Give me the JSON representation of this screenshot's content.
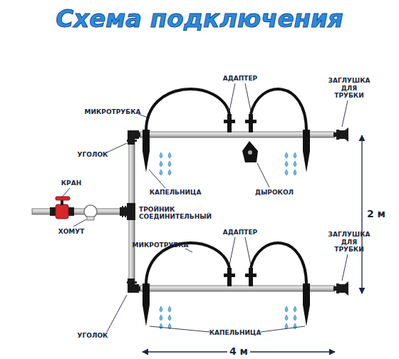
{
  "diagram": {
    "title": "Схема подключения",
    "labels": [
      "АДАПТЕР",
      "ЗАГЛУШКА ДЛЯ ТРУБКИ",
      "МИКРОТРУБКА",
      "УГОЛОК",
      "КРАН",
      "ХОМУТ",
      "ТРОЙНИК СОЕДИНИТЕЛЬНЫЙ",
      "КАПЕЛЬНИЦА",
      "ДЫРОКОЛ",
      "МИКРОТРУБКА",
      "АДАПТЕР",
      "ЗАГЛУШКА ДЛЯ ТРУБКИ",
      "УГОЛОК",
      "КАПЕЛЬНИЦА",
      "2 м",
      "4 м"
    ]
  }
}
